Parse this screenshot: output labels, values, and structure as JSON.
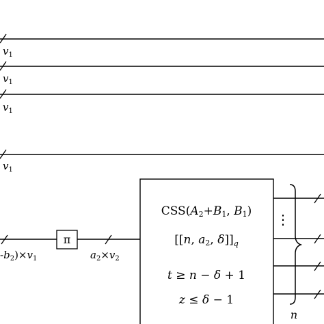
{
  "wires": {
    "v1_label": "v1",
    "lower_left_label": "-b2)×v1",
    "a2v2_label": "a2×v2",
    "n_label": "n"
  },
  "pi_box": {
    "label": "π"
  },
  "css_box": {
    "line1": "CSS(A2+B1, B1)",
    "line2": "[[n, a2, δ]]q",
    "line3": "t ≥ n − δ + 1",
    "line4": "z ≤ δ − 1"
  },
  "ellipsis": {
    "label": "⋮"
  }
}
